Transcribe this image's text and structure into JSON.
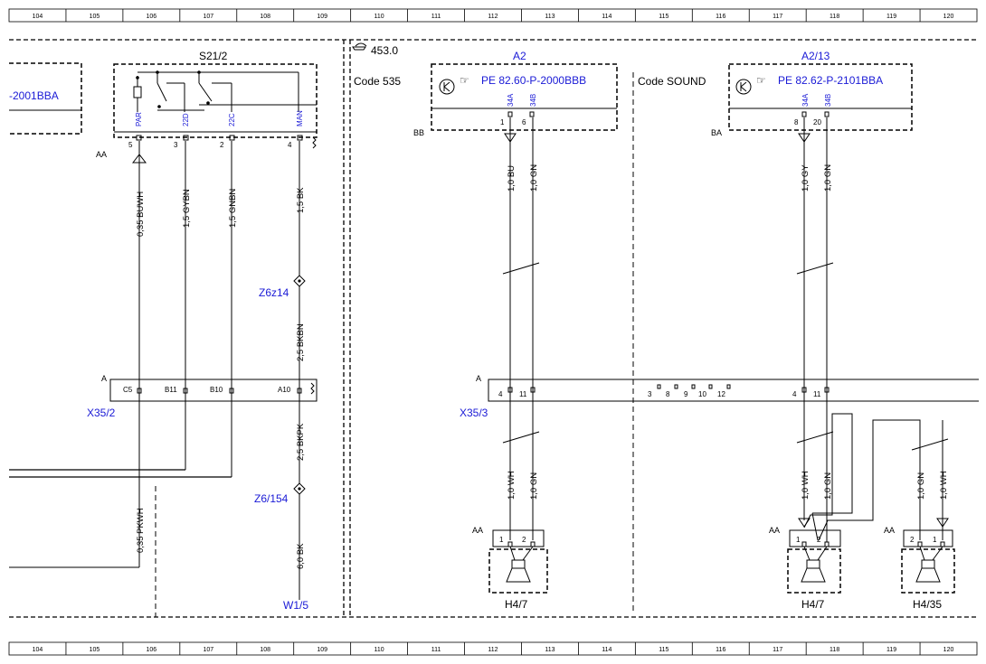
{
  "ruler": [
    "104",
    "105",
    "106",
    "107",
    "108",
    "109",
    "110",
    "111",
    "112",
    "113",
    "114",
    "115",
    "116",
    "117",
    "118",
    "119",
    "120"
  ],
  "page_ref": "453.0",
  "left_component": {
    "ref": "-2001BBA"
  },
  "switch": {
    "name": "S21/2",
    "connector": "AA",
    "pins": [
      {
        "num": "5",
        "label": "PAR"
      },
      {
        "num": "3",
        "label": "22D"
      },
      {
        "num": "2",
        "label": "22C"
      },
      {
        "num": "4",
        "label": "MAN"
      }
    ]
  },
  "left_wires": [
    {
      "label": "0,35 BUWH"
    },
    {
      "label": "1,5 GYBN"
    },
    {
      "label": "1,5 GNBN"
    },
    {
      "label": "1,5 BK"
    }
  ],
  "splices": [
    {
      "name": "Z6z14"
    },
    {
      "name": "Z6/154"
    }
  ],
  "left_lower_wires": [
    {
      "label": "2,5 BKBN"
    },
    {
      "label": "2,5 BKPK"
    },
    {
      "label": "6,0 BK"
    },
    {
      "label": "0,35 PKWH"
    }
  ],
  "ground": "W1/5",
  "connector_x352": {
    "name": "X35/2",
    "letter": "A",
    "pins": [
      "C5",
      "B11",
      "B10",
      "A10"
    ]
  },
  "code_535": "Code 535",
  "code_sound": "Code SOUND",
  "a2": {
    "name": "A2",
    "ref": "PE 82.60-P-2000BBB",
    "connector": "BB",
    "pins": [
      {
        "num": "1",
        "label": "34A"
      },
      {
        "num": "6",
        "label": "34B"
      }
    ],
    "wires_top": [
      "1,0 BU",
      "1,0 GN"
    ],
    "wires_bottom": [
      "1,0 WH",
      "1,0 GN"
    ]
  },
  "a213": {
    "name": "A2/13",
    "ref": "PE 82.62-P-2101BBA",
    "connector": "BA",
    "pins": [
      {
        "num": "8",
        "label": "34A"
      },
      {
        "num": "20",
        "label": "34B"
      }
    ],
    "wires_top": [
      "1,0 GY",
      "1,0 GN"
    ],
    "wires_bottom": [
      "1,0 WH",
      "1,0 GN"
    ]
  },
  "connector_x353": {
    "name": "X35/3",
    "letter": "A",
    "pins_left": [
      "4",
      "11"
    ],
    "pins_mid": [
      "3",
      "8",
      "9",
      "10",
      "12"
    ],
    "pins_right": [
      "4",
      "11"
    ]
  },
  "speakers": [
    {
      "name": "H4/7",
      "connector": "AA",
      "pins": [
        "1",
        "2"
      ]
    },
    {
      "name": "H4/7",
      "connector": "AA",
      "pins": [
        "1",
        "2"
      ]
    },
    {
      "name": "H4/35",
      "connector": "AA",
      "pins": [
        "2",
        "1"
      ]
    }
  ],
  "speaker3_wires": [
    "1,0 GN",
    "1,0 WH"
  ],
  "colors": {
    "link": "#1a1ad6",
    "line": "#000000"
  }
}
